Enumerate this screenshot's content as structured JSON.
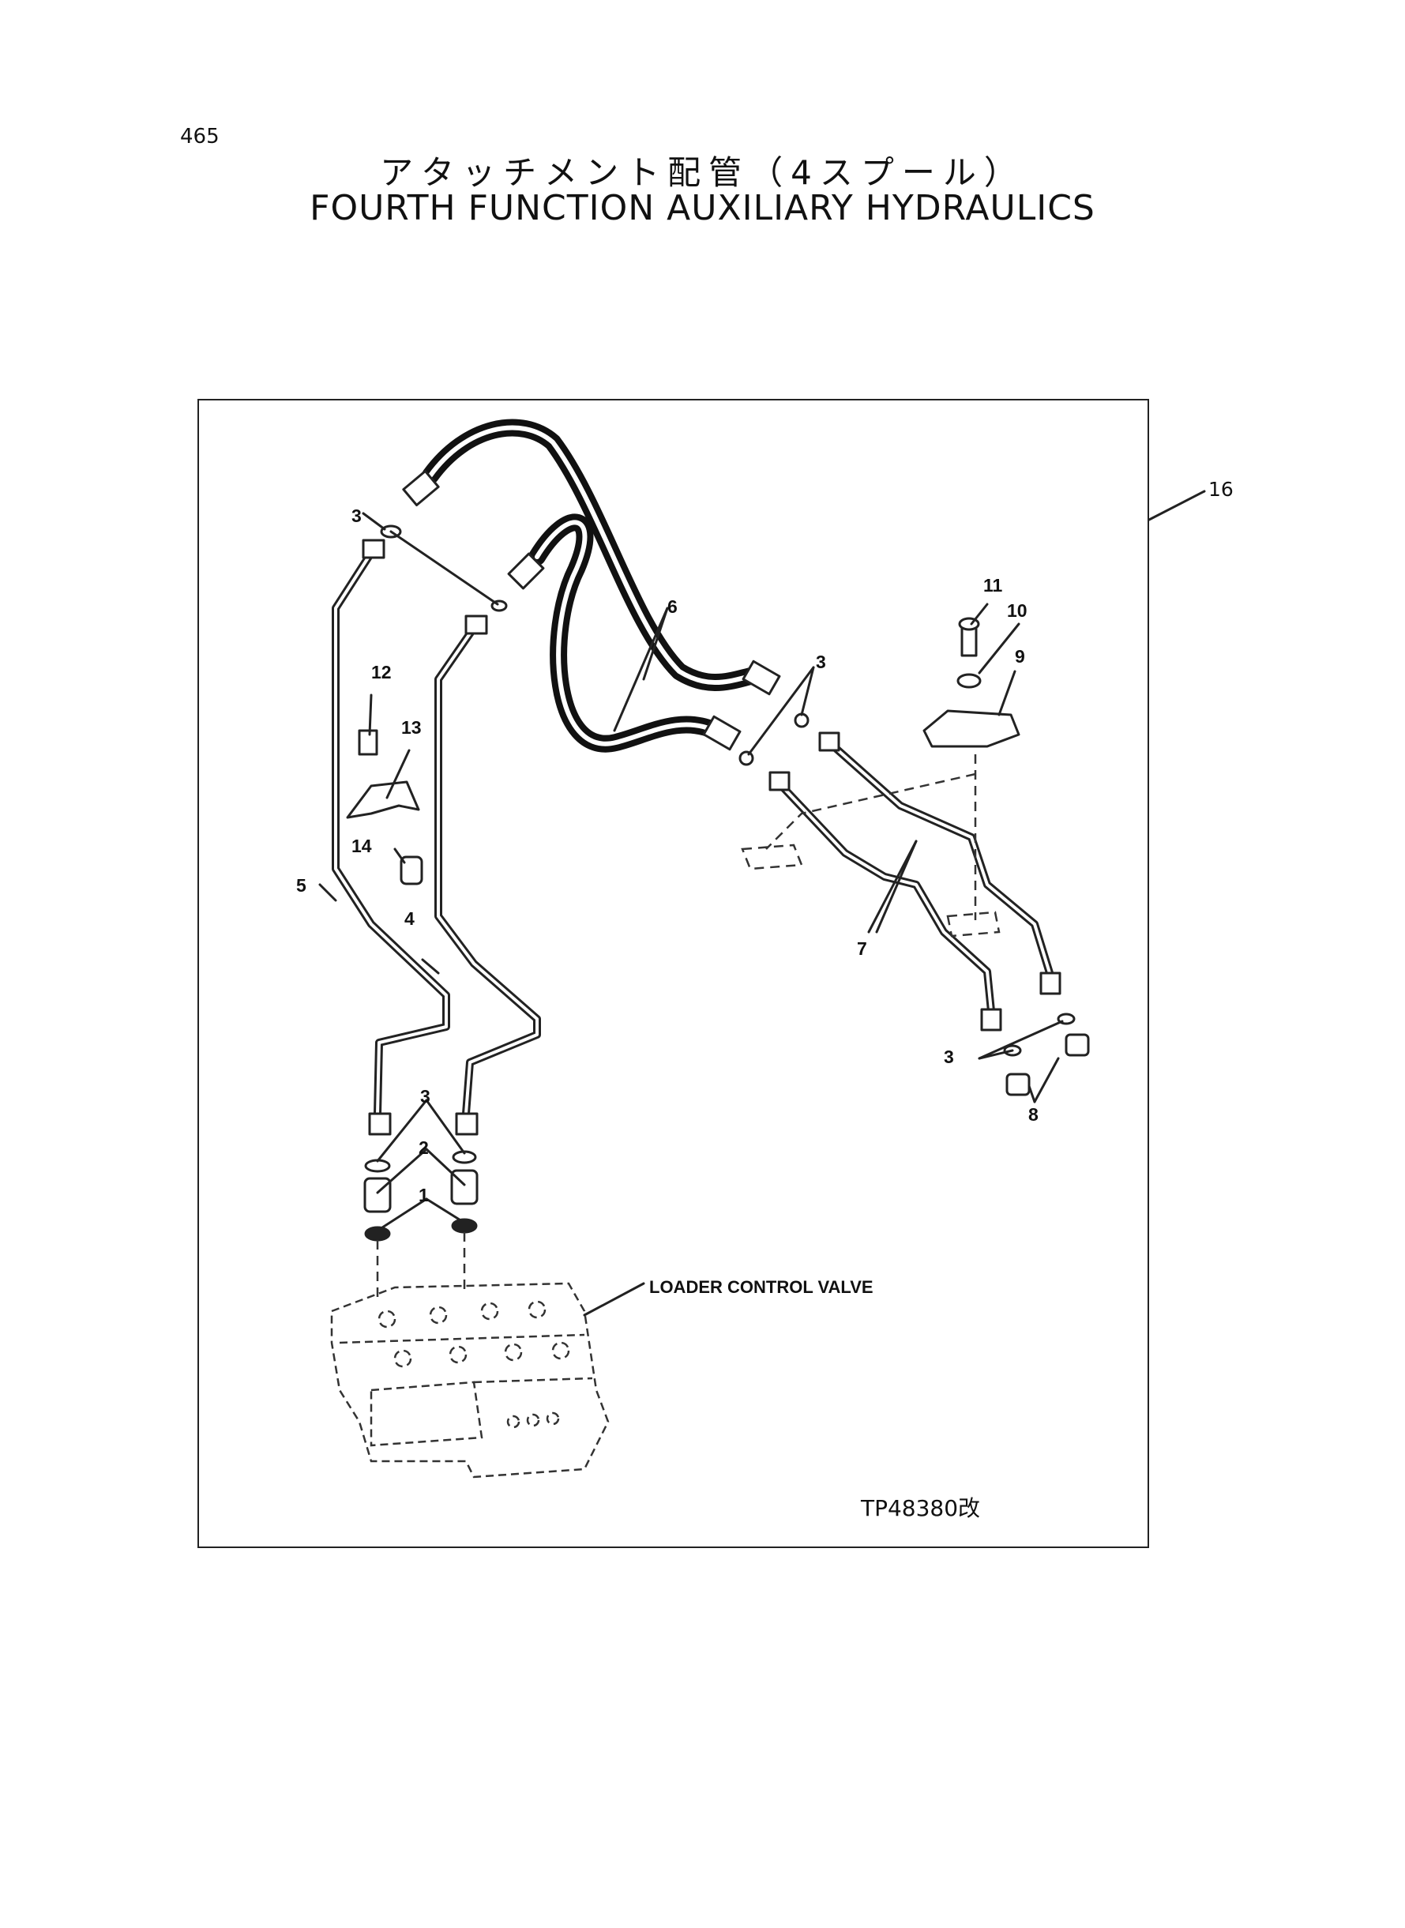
{
  "header": {
    "page_number": "465",
    "title_jp": "アタッチメント配管（4スプール）",
    "title_en": "FOURTH FUNCTION AUXILIARY HYDRAULICS"
  },
  "diagram": {
    "assembly_callout": "16",
    "figure_id": "TP48380改",
    "component_label": "LOADER CONTROL VALVE",
    "callouts": [
      "1",
      "2",
      "3",
      "3",
      "3",
      "3",
      "4",
      "5",
      "6",
      "7",
      "8",
      "9",
      "10",
      "11",
      "12",
      "13",
      "14"
    ]
  }
}
